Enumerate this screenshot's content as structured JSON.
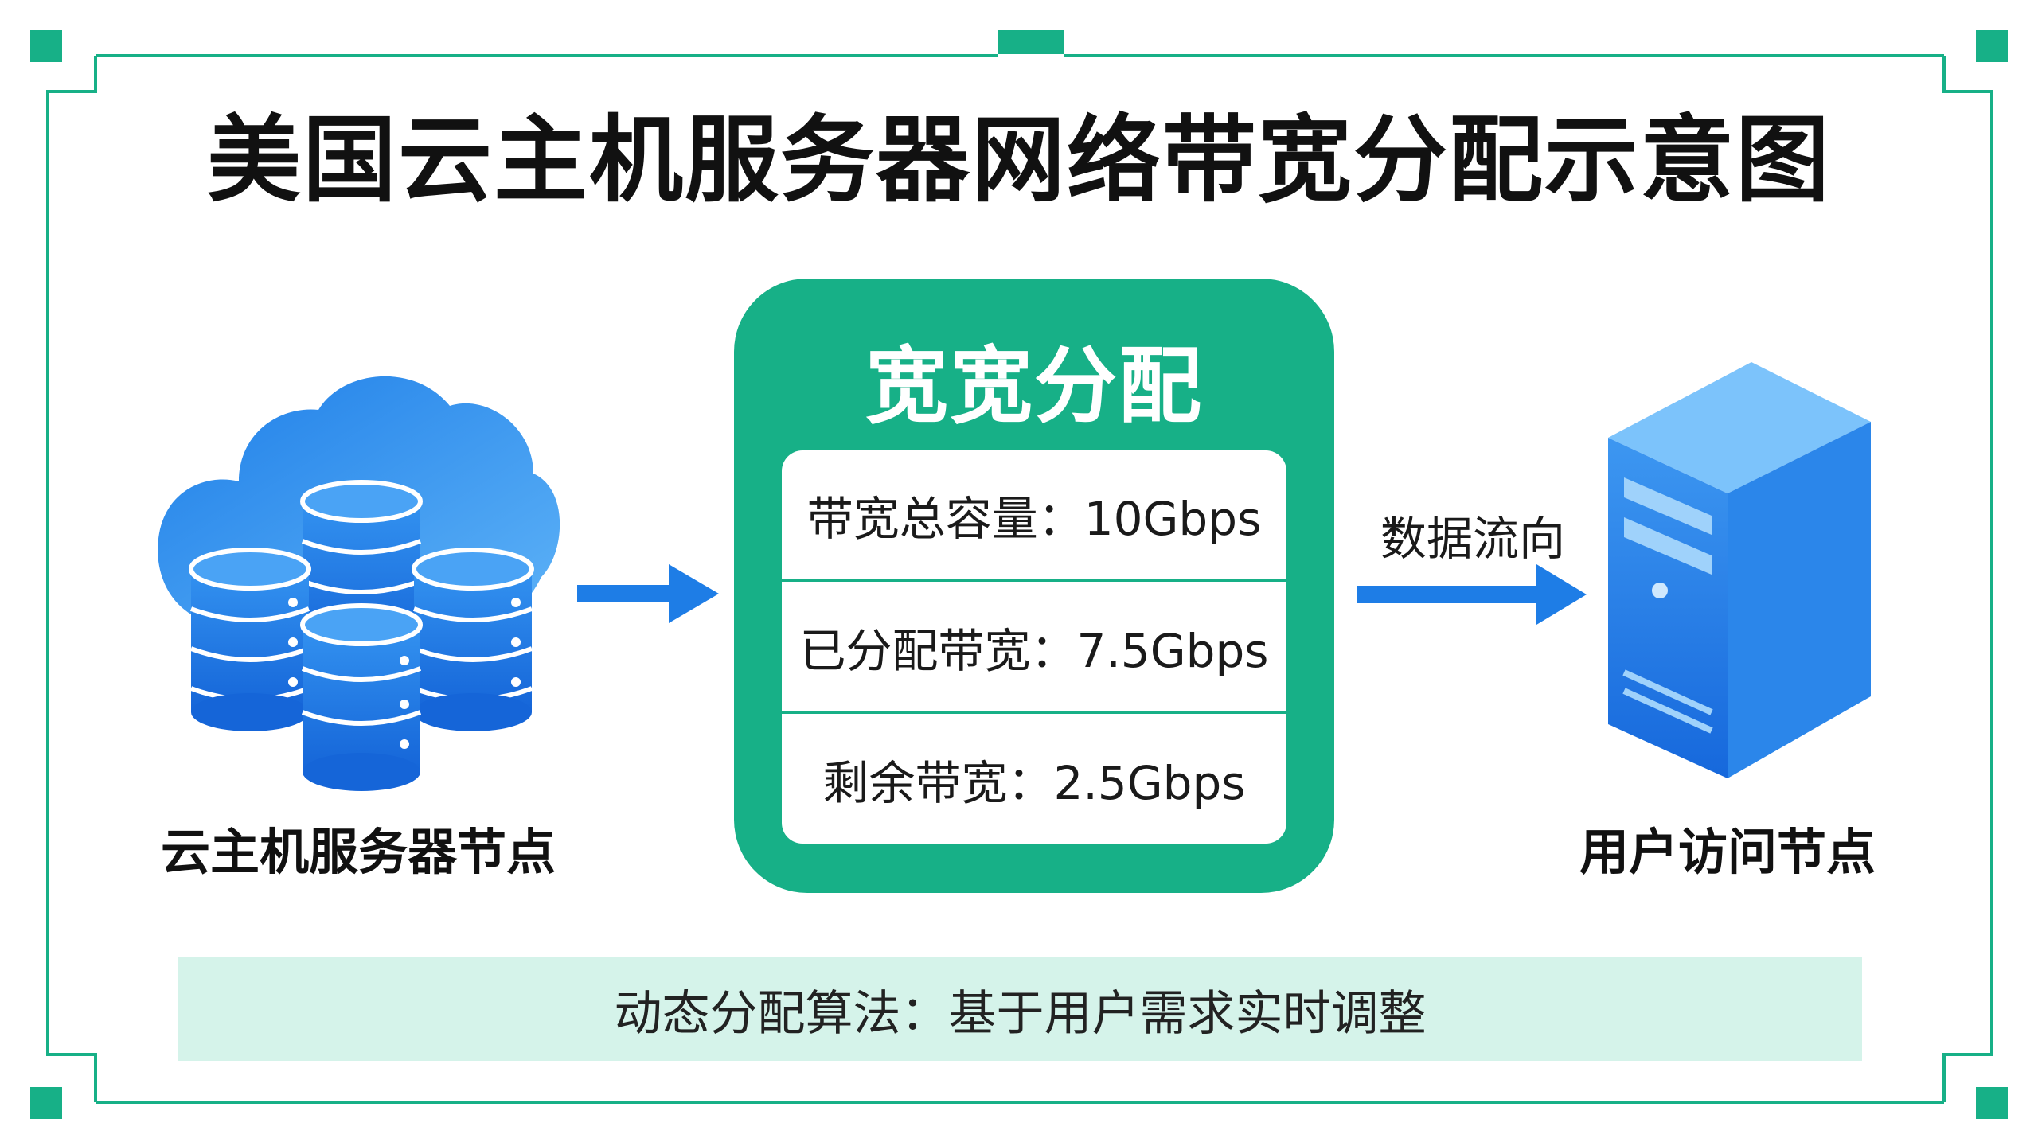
{
  "title": "美国云主机服务器网络带宽分配示意图",
  "panel": {
    "title": "宽宽分配",
    "rows": [
      "带宽总容量：10Gbps",
      "已分配带宽：7.5Gbps",
      "剩余带宽：2.5Gbps"
    ]
  },
  "left_node": {
    "label": "云主机服务器节点",
    "icon": "cloud-database-icon"
  },
  "right_node": {
    "label": "用户访问节点",
    "icon": "server-tower-icon"
  },
  "flow": {
    "label": "数据流向"
  },
  "footer": {
    "text": "动态分配算法：基于用户需求实时调整"
  },
  "colors": {
    "accent_green": "#17b087",
    "light_green": "#d5f3ea",
    "blue": "#1e7de6",
    "blue_light": "#4fa8f5",
    "text": "#111111"
  }
}
